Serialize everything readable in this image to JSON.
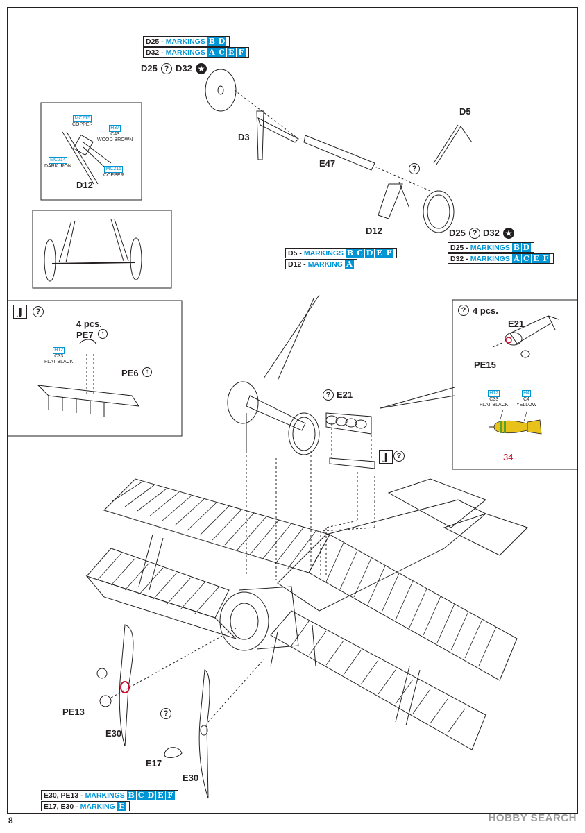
{
  "page_number": "8",
  "watermark": "HOBBY SEARCH",
  "parts": {
    "d3": "D3",
    "e47": "E47",
    "d5": "D5",
    "d12": "D12",
    "d12_inset": "D12",
    "e21": "E21",
    "e21_panel": "E21",
    "pe15": "PE15",
    "pe13": "PE13",
    "e30_a": "E30",
    "e30_b": "E30",
    "e17": "E17",
    "pe7": "PE7",
    "pe6": "PE6",
    "four_pcs_j": "4 pcs.",
    "four_pcs_bomb": "4 pcs.",
    "part34": "34"
  },
  "variant_labels": {
    "top_d25": "D25",
    "top_d32": "D32",
    "right_d25": "D25",
    "right_d32": "D32"
  },
  "marking_boxes": {
    "top": [
      {
        "part": "D25 -",
        "kw": "MARKINGS",
        "letters": [
          "B",
          "D"
        ]
      },
      {
        "part": "D32 -",
        "kw": "MARKINGS",
        "letters": [
          "A",
          "C",
          "E",
          "F"
        ]
      }
    ],
    "mid": [
      {
        "part": "D5 -",
        "kw": "MARKINGS",
        "letters": [
          "B",
          "C",
          "D",
          "E",
          "F"
        ]
      },
      {
        "part": "D12 -",
        "kw": "MARKING",
        "letters": [
          "A"
        ]
      }
    ],
    "right": [
      {
        "part": "D25 -",
        "kw": "MARKINGS",
        "letters": [
          "B",
          "D"
        ]
      },
      {
        "part": "D32 -",
        "kw": "MARKINGS",
        "letters": [
          "A",
          "C",
          "E",
          "F"
        ]
      }
    ],
    "bottom": [
      {
        "part": "E30, PE13 -",
        "kw": "MARKINGS",
        "letters": [
          "B",
          "C",
          "D",
          "E",
          "F"
        ]
      },
      {
        "part": "E17, E30 -",
        "kw": "MARKING",
        "letters": [
          "E"
        ]
      }
    ]
  },
  "paints": {
    "mc215_a": {
      "code": "MC215",
      "name": "COPPER"
    },
    "h37": {
      "code": "H37",
      "code2": "C43",
      "name": "WOOD BROWN"
    },
    "mc214": {
      "code": "MC214",
      "name": "DARK IRON"
    },
    "mc215_b": {
      "code": "MC215",
      "name": "COPPER"
    },
    "h12_j": {
      "code": "H12",
      "code2": "C33",
      "name": "FLAT BLACK"
    },
    "h12_bomb": {
      "code": "H12",
      "code2": "C33",
      "name": "FLAT BLACK"
    },
    "h4": {
      "code": "H4",
      "code2": "C4",
      "name": "YELLOW"
    }
  },
  "symbols": {
    "question": "?",
    "star": "★",
    "arrow": "↑",
    "j": "J"
  },
  "colors": {
    "accent_blue": "#0096d6",
    "line": "#231f20",
    "bomb_yellow": "#e8c21a",
    "bomb_green": "#5aa02c",
    "prop_red": "#c8102e"
  }
}
